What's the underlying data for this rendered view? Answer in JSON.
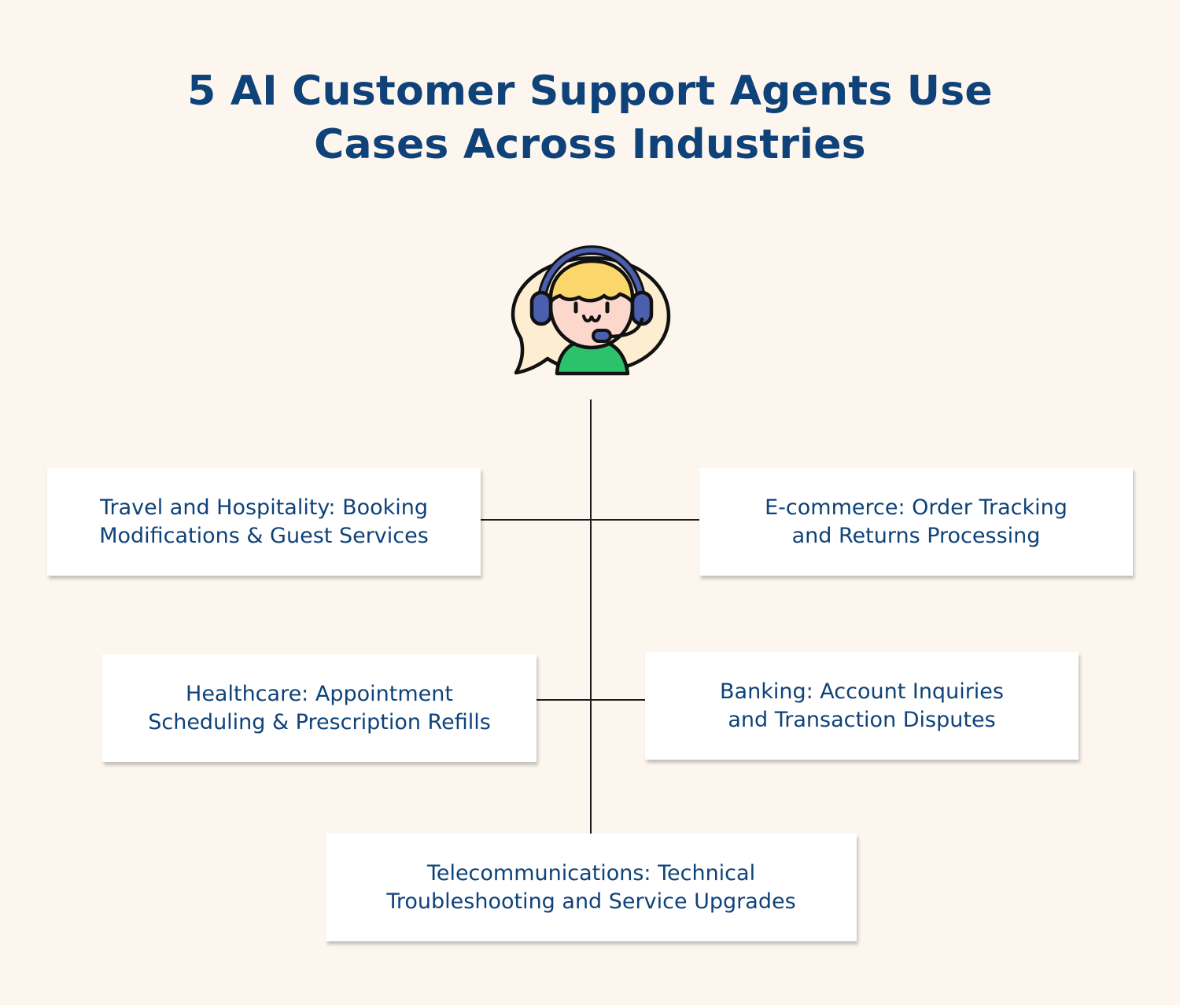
{
  "title": {
    "line1": "5 AI Customer Support Agents Use",
    "line2": "Cases Across Industries"
  },
  "icon": "customer-support-agent-icon",
  "colors": {
    "background": "#fdf6ef",
    "title": "#0e4278",
    "card_text": "#0e4278",
    "connector": "#1c1c1c"
  },
  "use_cases": [
    {
      "line1": "Travel and Hospitality: Booking",
      "line2": "Modifications & Guest Services"
    },
    {
      "line1": "E-commerce: Order Tracking",
      "line2": "and Returns Processing"
    },
    {
      "line1": "Healthcare: Appointment",
      "line2": "Scheduling & Prescription Refills"
    },
    {
      "line1": "Banking: Account Inquiries",
      "line2": "and Transaction Disputes"
    },
    {
      "line1": "Telecommunications: Technical",
      "line2": "Troubleshooting and Service Upgrades"
    }
  ]
}
